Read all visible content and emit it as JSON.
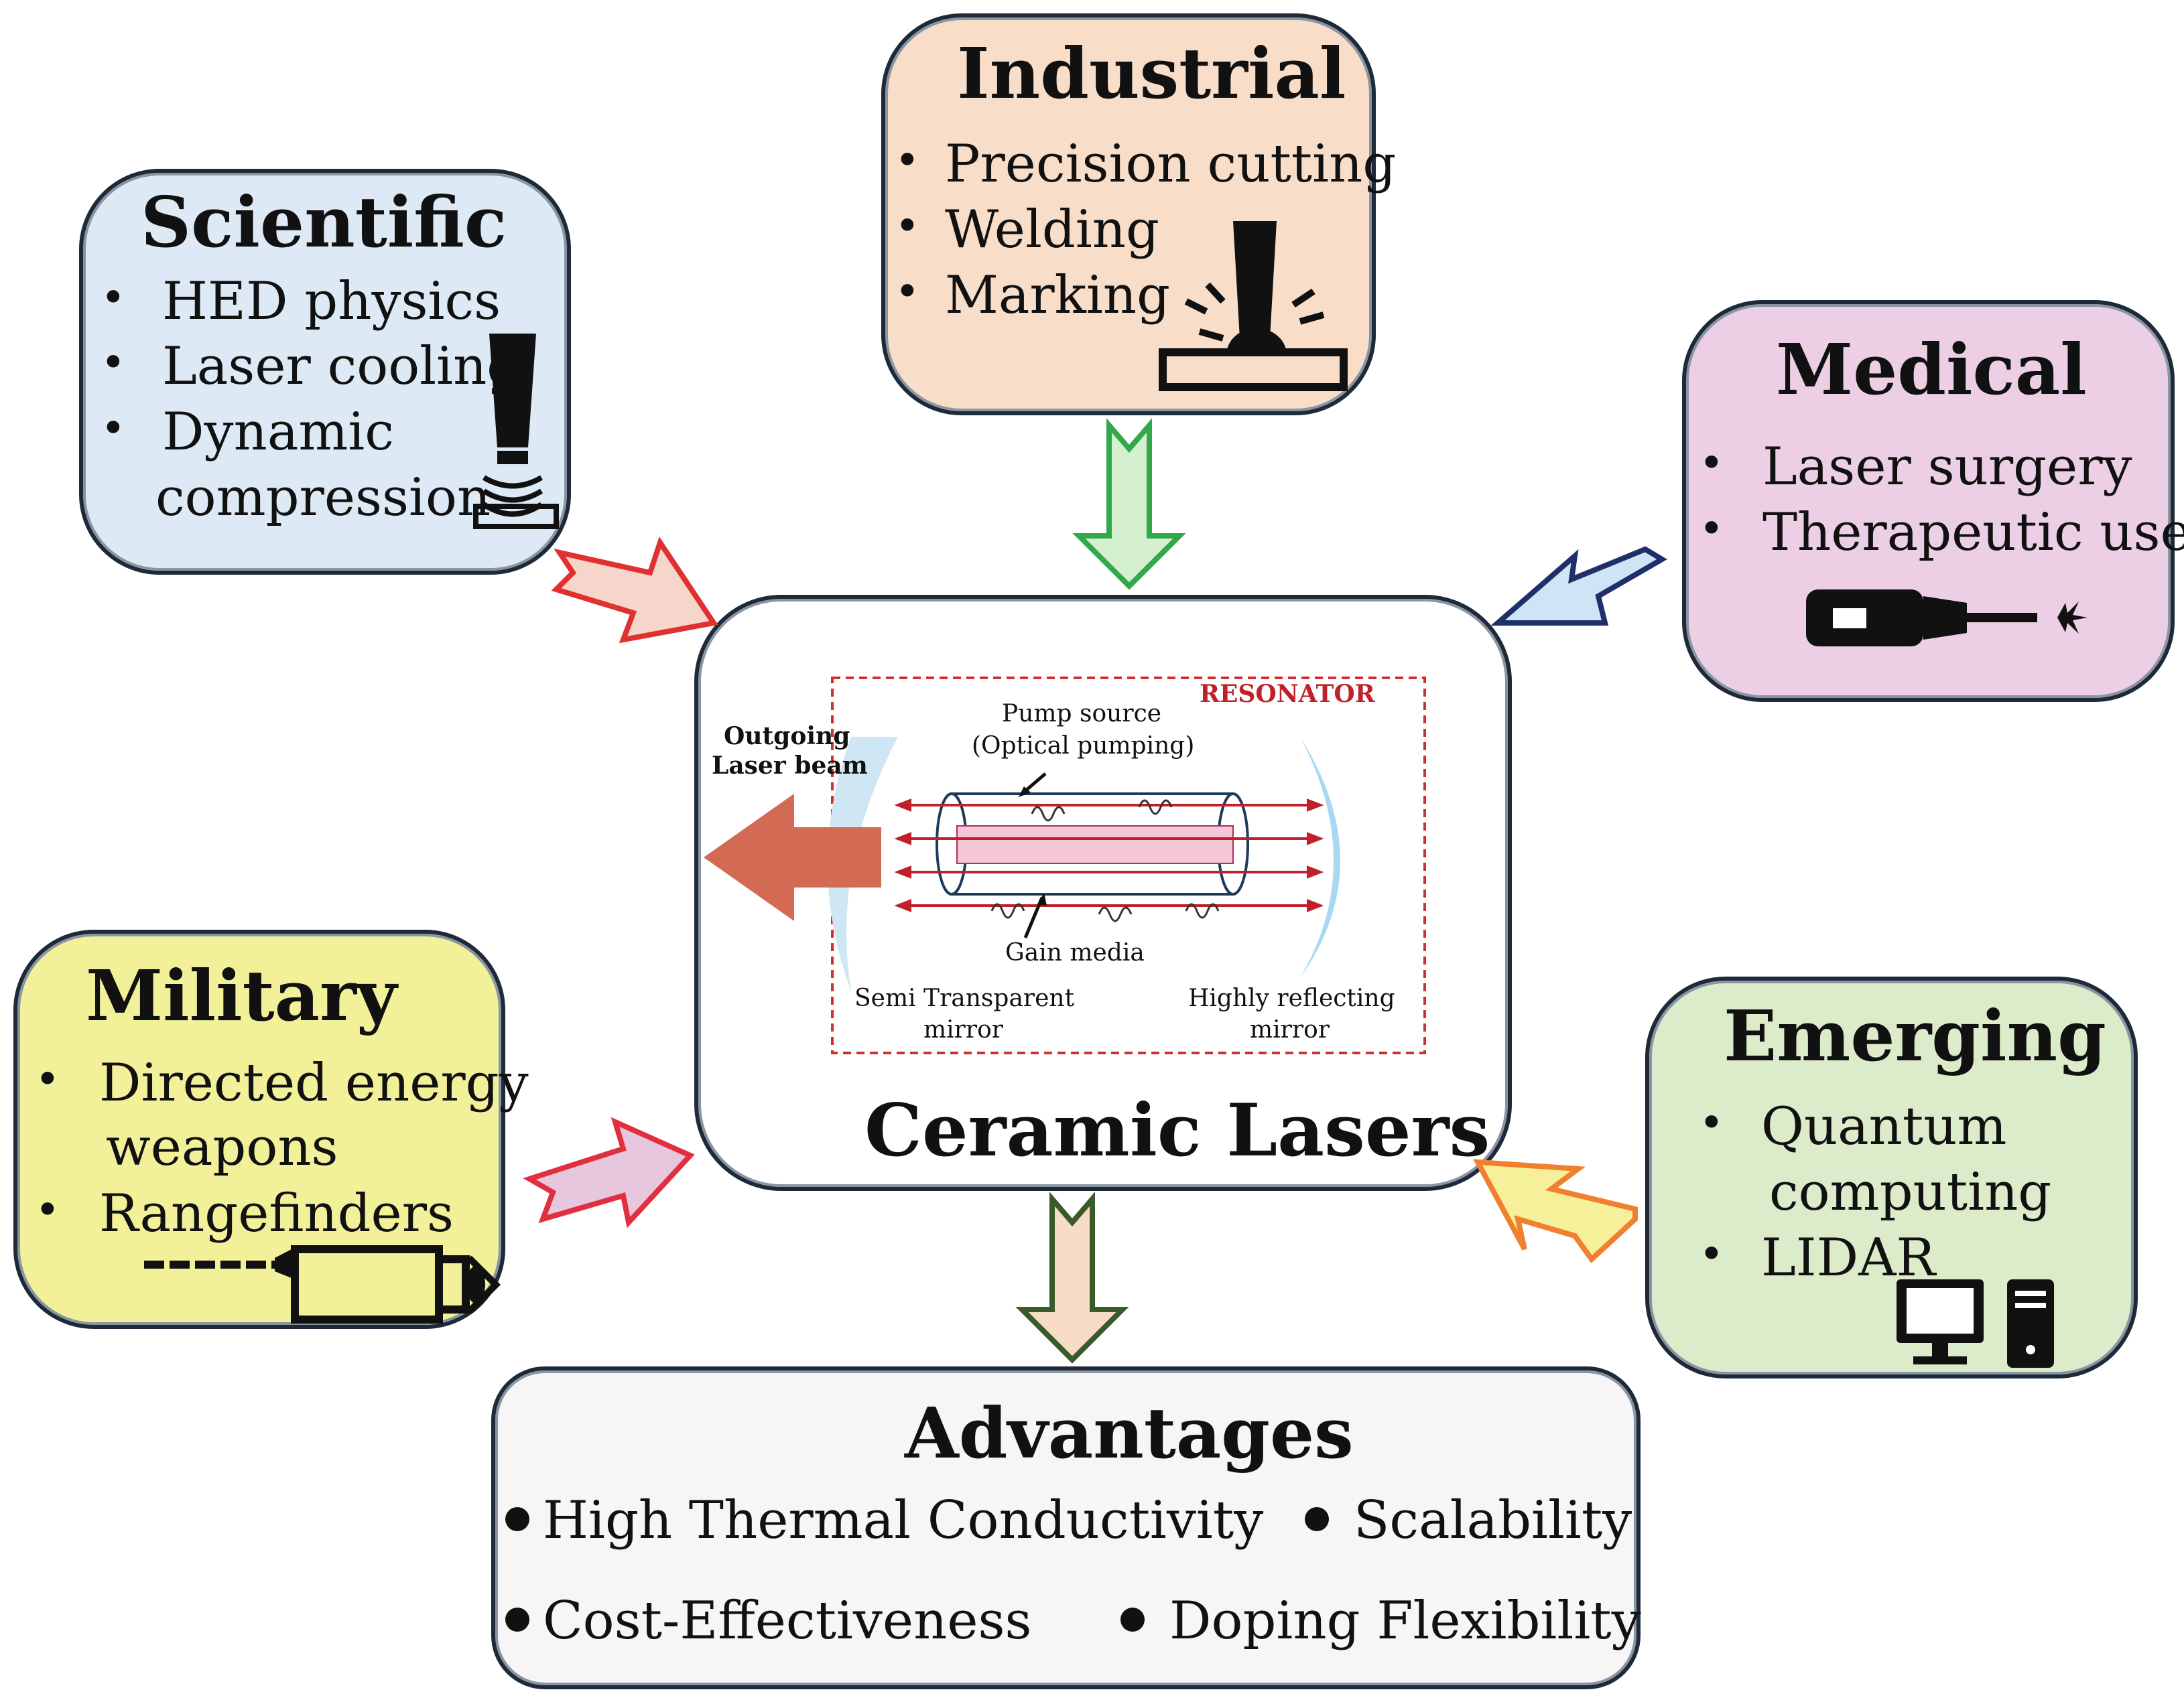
{
  "center": {
    "title": "Ceramic Lasers",
    "resonator_label": "RESONATOR",
    "outgoing_label_1": "Outgoing",
    "outgoing_label_2": "Laser beam",
    "pump_label_1": "Pump source",
    "pump_label_2": "(Optical pumping)",
    "gain_label": "Gain media",
    "semi_label_1": "Semi Transparent",
    "semi_label_2": "mirror",
    "high_label_1": "Highly reflecting",
    "high_label_2": "mirror"
  },
  "scientific": {
    "title": "Scientific",
    "items": [
      "HED physics",
      "Laser cooling",
      "Dynamic",
      "compression"
    ],
    "color": "#ddeaf6"
  },
  "industrial": {
    "title": "Industrial",
    "items": [
      "Precision cutting",
      "Welding",
      "Marking"
    ],
    "color": "#f8ddc9"
  },
  "medical": {
    "title": "Medical",
    "items": [
      "Laser surgery",
      "Therapeutic uses"
    ],
    "color": "#eccfe4"
  },
  "military": {
    "title": "Military",
    "items": [
      "Directed energy",
      "weapons",
      "Rangefinders"
    ],
    "color": "#f3f09a"
  },
  "emerging": {
    "title": "Emerging",
    "items": [
      "Quantum",
      "computing",
      "LIDAR"
    ],
    "color": "#dcebc9"
  },
  "advantages": {
    "title": "Advantages",
    "items": [
      "High Thermal Conductivity",
      "Scalability",
      "Cost-Effectiveness",
      "Doping Flexibility"
    ],
    "color": "#f7f5f5"
  },
  "bullet": "•"
}
